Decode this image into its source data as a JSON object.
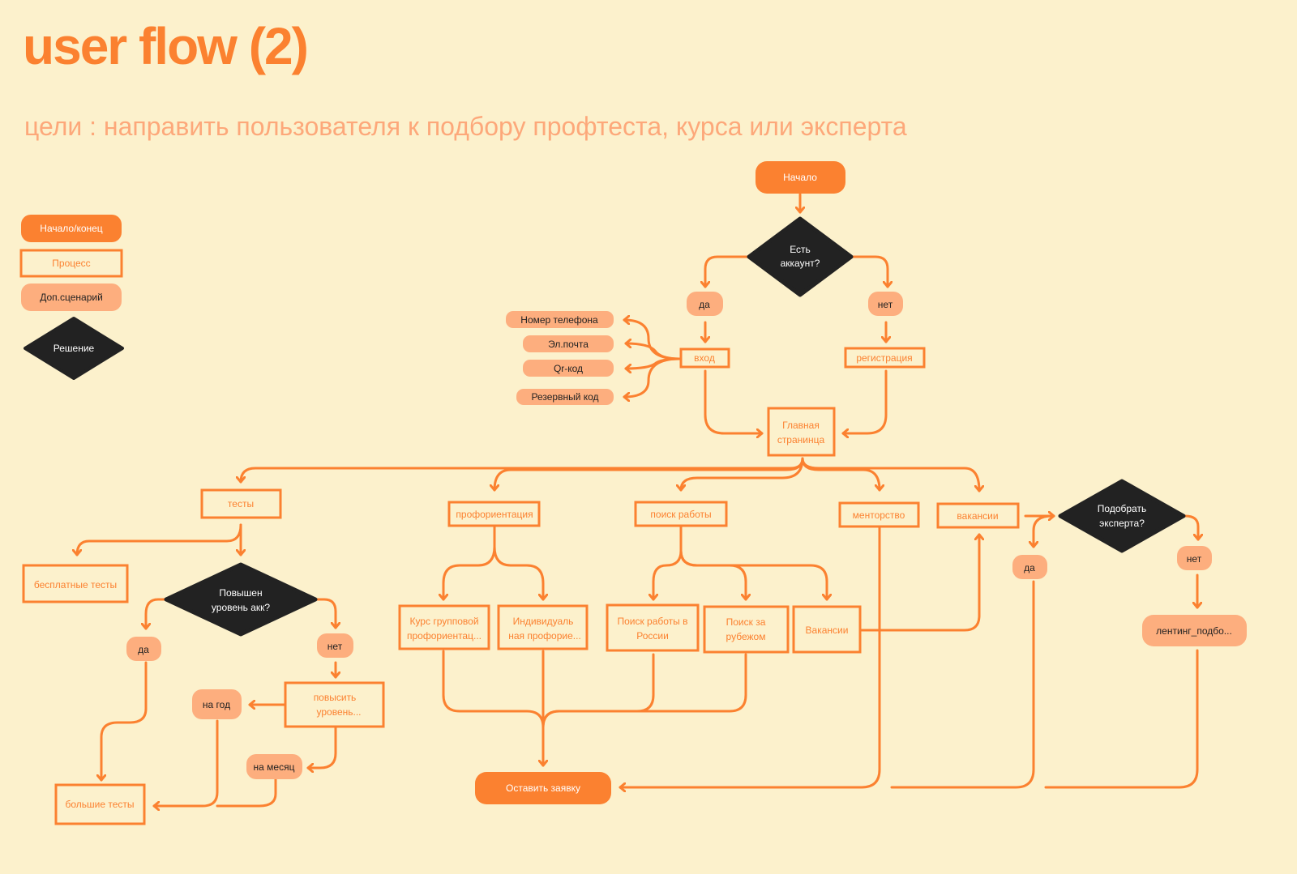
{
  "header": {
    "title": "user flow (2)",
    "subtitle": "цели : направить пользователя к подбору  профтеста, курса или эксперта"
  },
  "colors": {
    "background": "#fcf1cc",
    "accent": "#fb8130",
    "light_fill": "#fdae7e",
    "decision": "#222222"
  },
  "legend": {
    "terminal": "Начало/конец",
    "process": "Процесс",
    "extra": "Доп.сценарий",
    "decision": "Решение"
  },
  "nodes": {
    "start": "Начало",
    "has_account": [
      "Есть",
      "аккаунт?"
    ],
    "yes1": "да",
    "no1": "нет",
    "login": "вход",
    "register": "регистрация",
    "phone": "Номер телефона",
    "email": "Эл.почта",
    "qr": "Qr-код",
    "backup": "Резервный код",
    "main": [
      "Главная",
      "странинца"
    ],
    "tests": "тесты",
    "prof": "профориентация",
    "jobsearch": "поиск работы",
    "mentor": "менторство",
    "vacancies": "вакансии",
    "pick_expert": [
      "Подобрать",
      "эксперта?"
    ],
    "yes_expert": "да",
    "no_expert": "нет",
    "landing": "лентинг_подбо...",
    "free_tests": "бесплатные тесты",
    "upgraded": [
      "Повышен",
      "уровень акк?"
    ],
    "yes2": "да",
    "no2": "нет",
    "raise": [
      "повысить",
      "уровень..."
    ],
    "year": "на год",
    "month": "на месяц",
    "big_tests": "большие тесты",
    "group_course": [
      "Курс групповой",
      "профориентац..."
    ],
    "individual": [
      "Индивидуаль",
      "ная профорие..."
    ],
    "russia": [
      "Поиск работы в",
      "России"
    ],
    "abroad": [
      "Поиск за",
      "рубежом"
    ],
    "vac2": "Вакансии",
    "apply": "Оставить заявку"
  }
}
